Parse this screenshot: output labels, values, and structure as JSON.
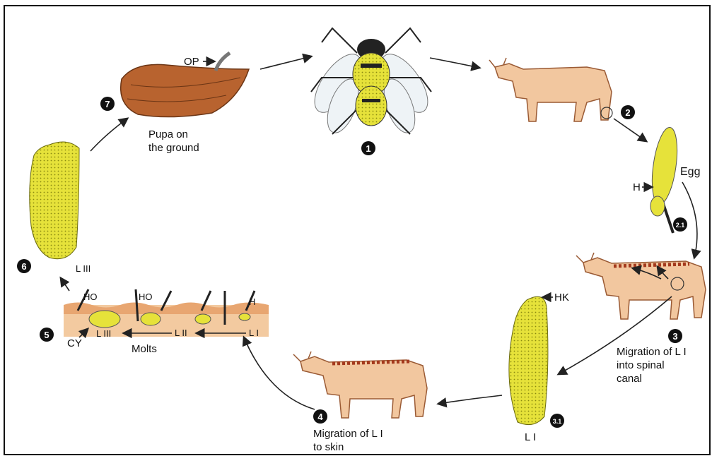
{
  "stages": {
    "s1": {
      "number": "1"
    },
    "s2": {
      "number": "2",
      "sub_number": "2.1",
      "egg_label": "Egg",
      "hair_label": "H"
    },
    "s3": {
      "number": "3",
      "caption_line1": "Migration of L I",
      "caption_line2": "into spinal",
      "caption_line3": "canal"
    },
    "s3_1": {
      "number": "3.1",
      "hook_label": "HK",
      "larva_label": "L I"
    },
    "s4": {
      "number": "4",
      "caption_line1": "Migration of L I",
      "caption_line2": "to skin"
    },
    "s5": {
      "number": "5",
      "cyst_label": "CY",
      "molts_label": "Molts",
      "ho_label_a": "HO",
      "ho_label_b": "HO",
      "hair_label": "H",
      "l3_label": "L III",
      "l2_label": "L II",
      "l1_label": "L I"
    },
    "s6": {
      "number": "6",
      "larva_label": "L III"
    },
    "s7": {
      "number": "7",
      "op_label": "OP",
      "caption_line1": "Pupa on",
      "caption_line2": "the ground"
    }
  },
  "colors": {
    "cattle": "#f2c79f",
    "cattle_outline": "#9a5a34",
    "larva": "#e6e23a",
    "pupa": "#b8632f",
    "skin": "#e8a671",
    "warbles": "#a4391d",
    "frame": "#111111"
  }
}
